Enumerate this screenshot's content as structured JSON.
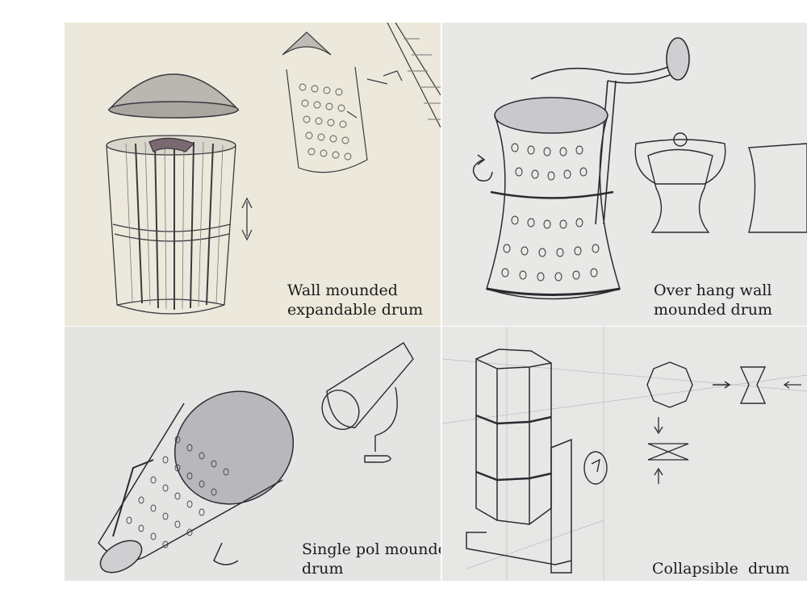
{
  "colors": {
    "paper_top_left": "#ece9dc",
    "paper_top_right": "#e8e8e6",
    "paper_bottom_left": "#e4e5e3",
    "paper_bottom_right": "#e7e8e6",
    "ink": "#2a2a30",
    "pencil": "#6d6d72",
    "background": "#ffffff"
  },
  "panels": [
    {
      "id": "wall-mounded-expandable",
      "caption": [
        "Wall mounded",
        "expandable drum"
      ],
      "icons": [
        "dome-lid-icon",
        "slatted-drum-icon",
        "double-arrow-icon",
        "wall-bracket-icon"
      ]
    },
    {
      "id": "over-hang-wall",
      "caption": [
        "Over hang wall",
        "mounded drum"
      ],
      "icons": [
        "perforated-drum-icon",
        "wall-arm-icon",
        "rotate-arrow-icon"
      ]
    },
    {
      "id": "single-pol",
      "caption": [
        "Single pol mounded",
        "drum"
      ],
      "icons": [
        "tilted-perforated-drum-icon",
        "pole-stand-icon"
      ]
    },
    {
      "id": "collapsible",
      "caption": [
        "Collapsible  drum"
      ],
      "icons": [
        "octagonal-drum-icon",
        "octagon-section-icon",
        "collapse-arrows-icon"
      ]
    }
  ]
}
